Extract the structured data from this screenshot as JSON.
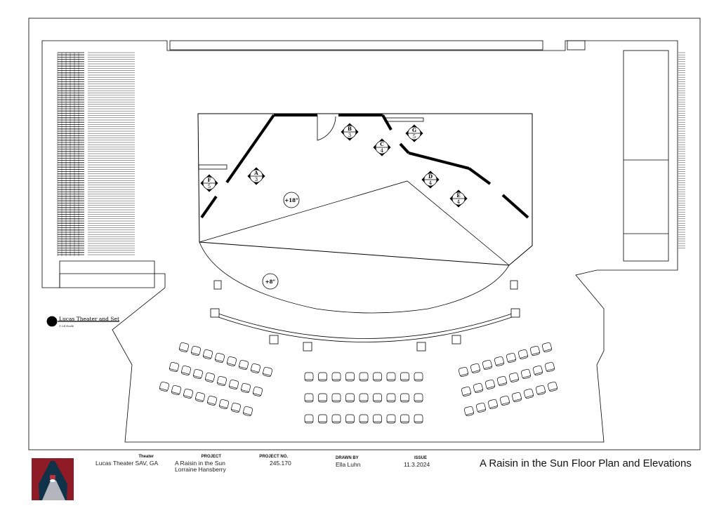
{
  "sheet": {
    "title": "A Raisin in the Sun Floor Plan and Elevations"
  },
  "legend": {
    "title": "Lucas Theater and Set",
    "scale": "1:24 Scale"
  },
  "plan": {
    "elevations": [
      {
        "letter": "A",
        "num": "3"
      },
      {
        "letter": "B",
        "num": "3"
      },
      {
        "letter": "C",
        "num": "4"
      },
      {
        "letter": "D",
        "num": "4"
      },
      {
        "letter": "E",
        "num": "4"
      },
      {
        "letter": "F",
        "num": "5"
      },
      {
        "letter": "G",
        "num": "5"
      }
    ],
    "levels": [
      "+18\"",
      "+8\""
    ]
  },
  "title_block": {
    "theater_label": "Theater",
    "theater": "Lucas Theater SAV, GA",
    "project_label": "PROJECT",
    "project_line1": "A Raisin in the Sun",
    "project_line2": "Lorraine Hansberry",
    "project_no_label": "PROJECT NO.",
    "project_no": "245.170",
    "drawn_by_label": "DRAWN BY",
    "drawn_by": "Ella Luhn",
    "issue_label": "ISSUE",
    "issue": "11.3.2024"
  },
  "colors": {
    "logo_red": "#8e1b25",
    "logo_navy": "#0f3249",
    "logo_light": "#b3b5bd"
  }
}
